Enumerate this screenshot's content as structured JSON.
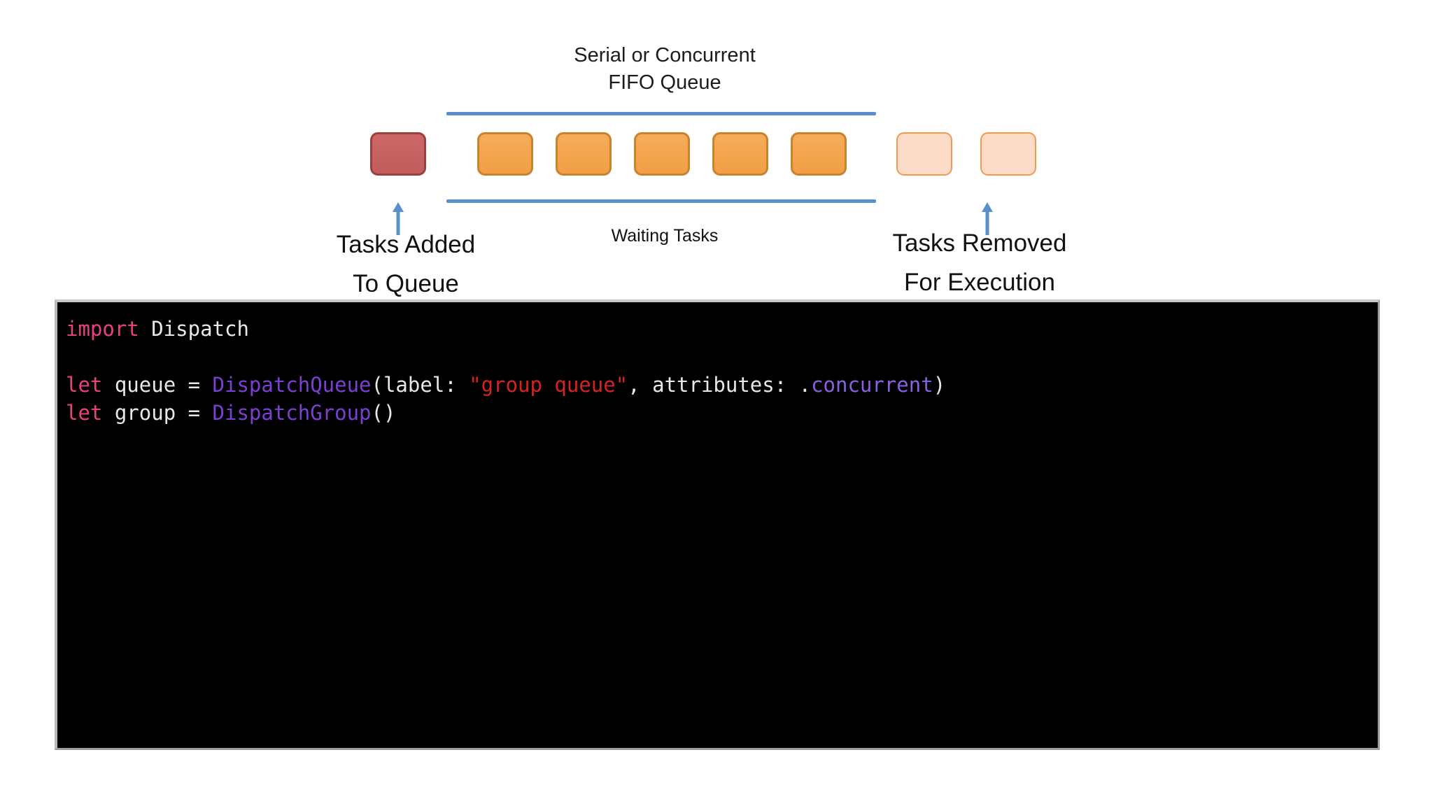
{
  "diagram": {
    "title": "Serial or Concurrent\nFIFO Queue",
    "waiting_label": "Waiting Tasks",
    "left_label": "Tasks Added\nTo Queue",
    "right_label": "Tasks Removed\nFor Execution",
    "incoming_task_count": 1,
    "waiting_task_count": 5,
    "removed_task_count": 2,
    "colors": {
      "incoming_fill": "#c75f5f",
      "incoming_stroke": "#9e3f3f",
      "waiting_fill": "#f2a34c",
      "waiting_stroke": "#c9832f",
      "removed_fill": "#fcdcc8",
      "removed_stroke": "#ef9a4f",
      "rail": "#5b8fc9",
      "arrow": "#5b8fc9"
    }
  },
  "code": {
    "language": "Swift",
    "background": "#000000",
    "lines": [
      {
        "tokens": [
          {
            "t": "import",
            "c": "kw"
          },
          {
            "t": " Dispatch",
            "c": "plain"
          }
        ]
      },
      {
        "tokens": []
      },
      {
        "tokens": [
          {
            "t": "let",
            "c": "kw"
          },
          {
            "t": " queue = ",
            "c": "plain"
          },
          {
            "t": "DispatchQueue",
            "c": "type"
          },
          {
            "t": "(label: ",
            "c": "plain"
          },
          {
            "t": "\"group queue\"",
            "c": "string"
          },
          {
            "t": ", attributes: .",
            "c": "plain"
          },
          {
            "t": "concurrent",
            "c": "member"
          },
          {
            "t": ")",
            "c": "plain"
          }
        ]
      },
      {
        "tokens": [
          {
            "t": "let",
            "c": "kw"
          },
          {
            "t": " group = ",
            "c": "plain"
          },
          {
            "t": "DispatchGroup",
            "c": "type"
          },
          {
            "t": "()",
            "c": "plain"
          }
        ]
      }
    ],
    "token_colors": {
      "kw": "#e8417f",
      "plain": "#e8e8e8",
      "type": "#7b3fd4",
      "string": "#d62222",
      "member": "#8a5fe0"
    }
  }
}
